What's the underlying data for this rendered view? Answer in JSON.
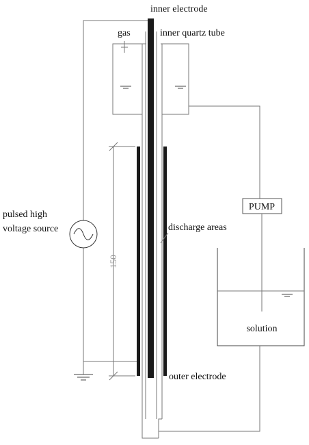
{
  "labels": {
    "inner_electrode": "inner electrode",
    "gas": "gas",
    "inner_quartz_tube": "inner quartz tube",
    "pulsed_high": "pulsed high",
    "voltage_source": "voltage source",
    "discharge_areas": "discharge areas",
    "pump": "PUMP",
    "solution": "solution",
    "outer_electrode": "outer electrode",
    "dimension": "150"
  },
  "icons": [
    "ac-source-icon",
    "ground-icon",
    "liquid-level-icon"
  ]
}
